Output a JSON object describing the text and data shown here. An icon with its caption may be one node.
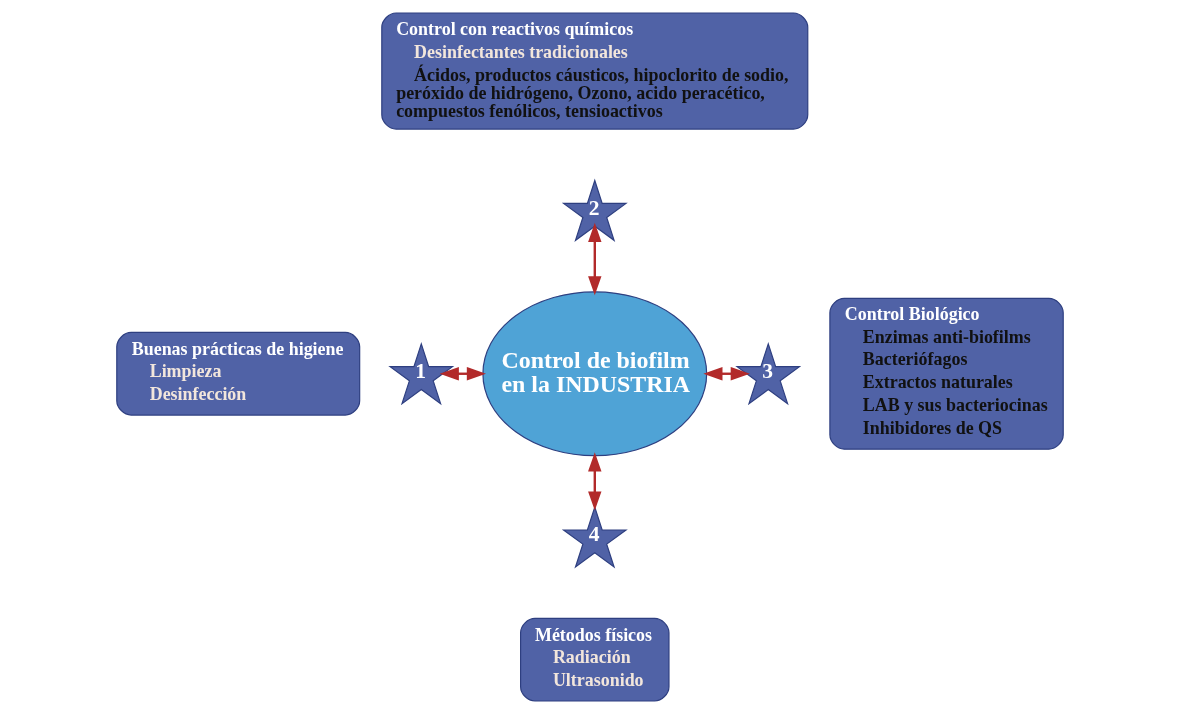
{
  "diagram": {
    "nodes": [
      {
        "text": [
          "Control con reactivos químicos",
          "Desinfectantes tradicionales",
          "Ácidos, productos cáusticos, hipoclorito de sodio, peróxido de hidrógeno, Ozono, acido peracético, compuestos fenólicos, tensioactivos"
        ]
      },
      {
        "text": [
          "2"
        ]
      },
      {
        "text": [
          "Control de biofilm en la INDUSTRIA"
        ]
      },
      {
        "text": [
          "Buenas prácticas de higiene",
          "Limpieza",
          "Desinfección"
        ]
      },
      {
        "text": [
          "1"
        ]
      },
      {
        "text": [
          "3"
        ]
      },
      {
        "text": [
          "Control Biológico",
          "Enzimas anti-biofilms",
          "Bacteriófagos",
          "Extractos naturales",
          "LAB y sus bacteriocinas",
          "Inhibidores de QS"
        ]
      },
      {
        "text": [
          "4"
        ]
      },
      {
        "text": [
          "Métodos físicos",
          "Radiación",
          "Ultrasonido"
        ]
      }
    ],
    "edges": [
      {
        "from": 1,
        "to": 2,
        "arrow": "both"
      },
      {
        "from": 4,
        "to": 2,
        "arrow": "both"
      },
      {
        "from": 2,
        "to": 5,
        "arrow": "both"
      },
      {
        "from": 2,
        "to": 7,
        "arrow": "both"
      }
    ]
  }
}
